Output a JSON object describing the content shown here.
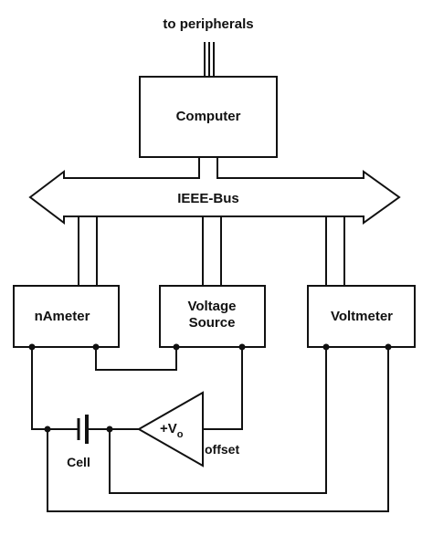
{
  "diagram": {
    "peripherals_label": "to peripherals",
    "computer_label": "Computer",
    "bus_label": "IEEE-Bus",
    "nameter_label": "nAmeter",
    "voltage_source_label_line1": "Voltage",
    "voltage_source_label_line2": "Source",
    "voltmeter_label": "Voltmeter",
    "amplifier_label": "+V",
    "amplifier_subscript": "o",
    "offset_label": "offset",
    "cell_label": "Cell"
  }
}
